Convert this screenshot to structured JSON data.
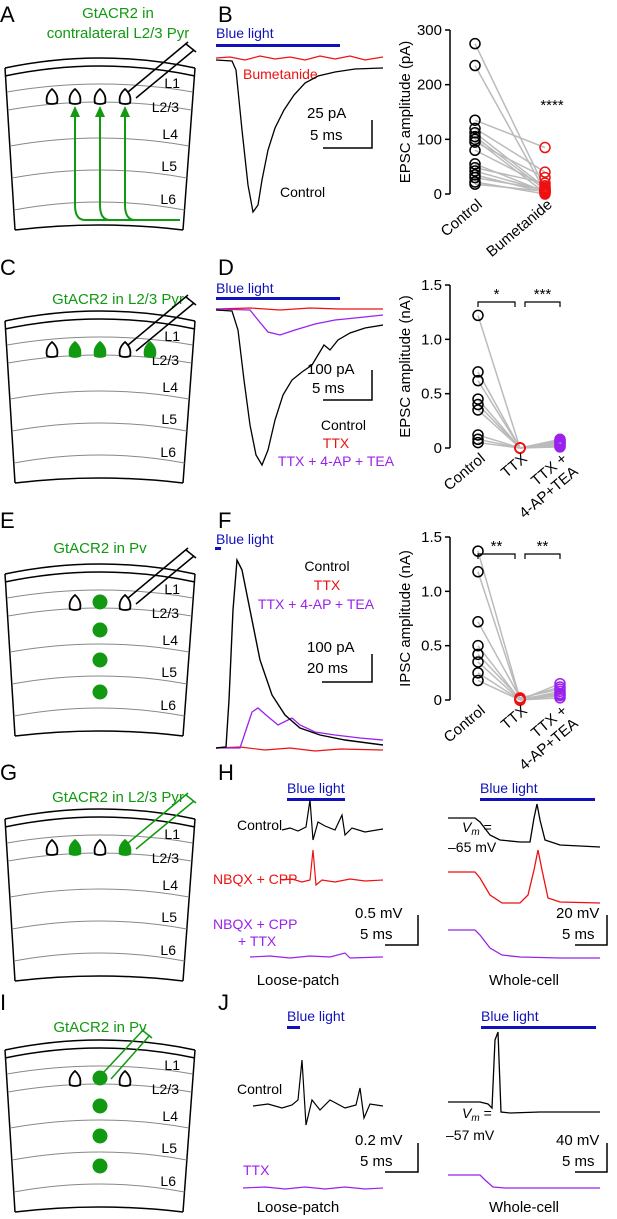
{
  "panels": {
    "A": {
      "label": "A",
      "title_line1": "GtACR2 in",
      "title_line2": "contralateral L2/3 Pyr",
      "layers": [
        "L1",
        "L2/3",
        "L4",
        "L5",
        "L6"
      ]
    },
    "B": {
      "label": "B",
      "light": "Blue light",
      "trace1": "Bumetanide",
      "trace2": "Control",
      "scale_y": "25 pA",
      "scale_x": "5 ms"
    },
    "C": {
      "label": "C",
      "title": "GtACR2 in L2/3 Pyr",
      "layers": [
        "L1",
        "L2/3",
        "L4",
        "L5",
        "L6"
      ]
    },
    "D": {
      "label": "D",
      "light": "Blue light",
      "legend": [
        "Control",
        "TTX",
        "TTX + 4-AP + TEA"
      ],
      "scale_y": "100 pA",
      "scale_x": "5 ms"
    },
    "E": {
      "label": "E",
      "title": "GtACR2 in Pv",
      "layers": [
        "L1",
        "L2/3",
        "L4",
        "L5",
        "L6"
      ]
    },
    "F": {
      "label": "F",
      "light": "Blue light",
      "legend": [
        "Control",
        "TTX",
        "TTX + 4-AP + TEA"
      ],
      "scale_y": "100 pA",
      "scale_x": "20 ms"
    },
    "G": {
      "label": "G",
      "title": "GtACR2 in L2/3 Pyr",
      "layers": [
        "L1",
        "L2/3",
        "L4",
        "L5",
        "L6"
      ]
    },
    "H": {
      "label": "H",
      "light_left": "Blue light",
      "light_right": "Blue light",
      "rows": [
        "Control",
        "NBQX + CPP",
        "NBQX + CPP",
        "+ TTX"
      ],
      "vm_label": "V",
      "vm_sub": "m",
      "vm_eq": " =",
      "vm_value": "–65 mV",
      "scale_left_y": "0.5 mV",
      "scale_left_x": "5 ms",
      "scale_right_y": "20 mV",
      "scale_right_x": "5 ms",
      "caption_left": "Loose-patch",
      "caption_right": "Whole-cell"
    },
    "I": {
      "label": "I",
      "title": "GtACR2 in Pv",
      "layers": [
        "L1",
        "L2/3",
        "L4",
        "L5",
        "L6"
      ]
    },
    "J": {
      "label": "J",
      "light_left": "Blue light",
      "light_right": "Blue light",
      "rows": [
        "Control",
        "TTX"
      ],
      "vm_label": "V",
      "vm_sub": "m",
      "vm_eq": " =",
      "vm_value": "–57 mV",
      "scale_left_y": "0.2 mV",
      "scale_left_x": "5 ms",
      "scale_right_y": "40 mV",
      "scale_right_x": "5 ms",
      "caption_left": "Loose-patch",
      "caption_right": "Whole-cell"
    }
  },
  "colors": {
    "green": "#119911",
    "red": "#ee1111",
    "purple": "#9922ee",
    "blue": "#1111bb",
    "gray": "#bbbbbb"
  },
  "chart_data": [
    {
      "type": "scatter",
      "ylabel": "EPSC amplitude (pA)",
      "ylim": [
        0,
        300
      ],
      "yticks": [
        "0",
        "100",
        "200",
        "300"
      ],
      "categories": [
        "Control",
        "Bumetanide"
      ],
      "significance": [
        "****"
      ],
      "pairs": [
        [
          275,
          10
        ],
        [
          235,
          5
        ],
        [
          135,
          85
        ],
        [
          120,
          40
        ],
        [
          112,
          12
        ],
        [
          105,
          8
        ],
        [
          100,
          2
        ],
        [
          95,
          30
        ],
        [
          80,
          15
        ],
        [
          55,
          4
        ],
        [
          48,
          20
        ],
        [
          42,
          6
        ],
        [
          35,
          3
        ],
        [
          30,
          8
        ],
        [
          22,
          0
        ],
        [
          18,
          5
        ]
      ]
    },
    {
      "type": "scatter",
      "ylabel": "EPSC amplitude (nA)",
      "ylim": [
        0,
        1.5
      ],
      "yticks": [
        "0",
        "0.5",
        "1.0",
        "1.5"
      ],
      "categories": [
        "Control",
        "TTX",
        "TTX +\n4-AP+TEA"
      ],
      "category_lines": [
        [
          "Control"
        ],
        [
          "TTX"
        ],
        [
          "TTX +",
          "4-AP+TEA"
        ]
      ],
      "significance": [
        "*",
        "***"
      ],
      "triples": [
        [
          1.22,
          0,
          0.05
        ],
        [
          0.7,
          0,
          0.08
        ],
        [
          0.62,
          0,
          0.06
        ],
        [
          0.45,
          0,
          0.04
        ],
        [
          0.4,
          0,
          0.07
        ],
        [
          0.35,
          0,
          0.02
        ],
        [
          0.12,
          0,
          0.05
        ],
        [
          0.08,
          0,
          0.03
        ],
        [
          0.05,
          0,
          0.01
        ]
      ]
    },
    {
      "type": "scatter",
      "ylabel": "IPSC amplitude (nA)",
      "ylim": [
        0,
        1.5
      ],
      "yticks": [
        "0",
        "0.5",
        "1.0",
        "1.5"
      ],
      "categories": [
        "Control",
        "TTX",
        "TTX +\n4-AP+TEA"
      ],
      "category_lines": [
        [
          "Control"
        ],
        [
          "TTX"
        ],
        [
          "TTX +",
          "4-AP+TEA"
        ]
      ],
      "significance": [
        "**",
        "**"
      ],
      "triples": [
        [
          1.37,
          0.01,
          0.12
        ],
        [
          1.18,
          0,
          0.15
        ],
        [
          0.72,
          0.02,
          0.1
        ],
        [
          0.5,
          0,
          0.08
        ],
        [
          0.42,
          0.01,
          0.06
        ],
        [
          0.35,
          0,
          0.04
        ],
        [
          0.25,
          0,
          0.05
        ],
        [
          0.18,
          0,
          0.02
        ]
      ]
    }
  ]
}
